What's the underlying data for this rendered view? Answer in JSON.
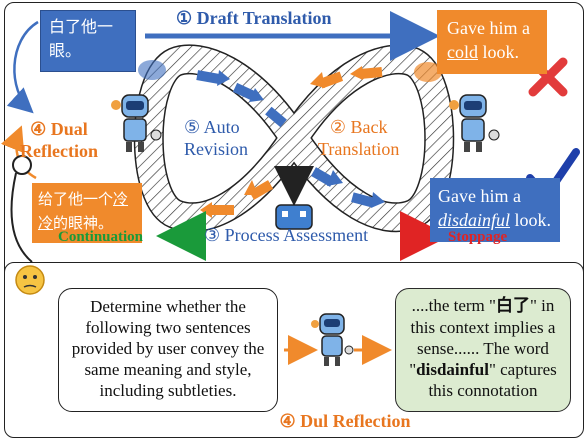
{
  "source_text": "白了他一眼。",
  "draft_translation_label": "① Draft Translation",
  "output_cold": {
    "prefix": "Gave him a ",
    "word": "cold",
    "suffix": " look."
  },
  "output_disdainful": {
    "prefix": "Gave him a ",
    "word": "disdainful",
    "suffix": " look."
  },
  "auto_revision_label": {
    "line1": "⑤ Auto",
    "line2": "Revision"
  },
  "back_translation_label": {
    "line1": "② Back",
    "line2": "Translation"
  },
  "dual_reflection_label": {
    "line1": "④ Dual",
    "line2": "Reflection"
  },
  "reflection_text": {
    "part1": "给了他一个",
    "highlight": "冷冷",
    "part2": "的眼神。"
  },
  "process_assessment_label": "③ Process Assessment",
  "continuation_label": "Continuation",
  "stoppage_label": "Stoppage",
  "prompt_text": "Determine whether the following two sentences provided by user convey the same meaning and style, including subtleties.",
  "response_text": {
    "part1": "....the term \"",
    "term": "白了",
    "part2": "\" in this context implies a sense...... The word \"",
    "word": "disdainful",
    "part3": "\" captures this connotation"
  },
  "dul_reflection_title": "④ Dul Reflection",
  "colors": {
    "blue": "#3f6fbf",
    "orange": "#f08a2c",
    "green": "#1a9a3a",
    "red": "#e02424",
    "response_bg": "#dcebd0"
  },
  "icons": [
    "robot-icon",
    "thinking-face-icon",
    "cross-icon",
    "check-icon",
    "magnifier-icon",
    "infinity-loop"
  ]
}
